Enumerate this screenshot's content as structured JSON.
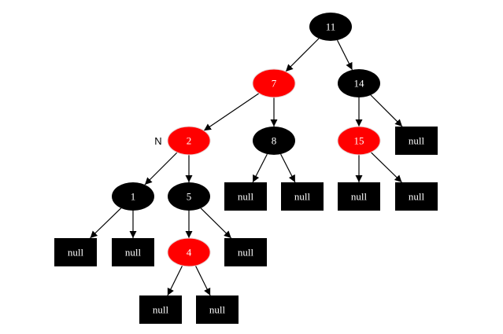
{
  "colors": {
    "black_node": "#000000",
    "red_node": "#ff0000",
    "red_node_stroke": "#e6d2d2",
    "null_leaf": "#000000",
    "edge": "#000000",
    "node_text": "#ffffff",
    "background": "#ffffff"
  },
  "annotation": {
    "label": "N",
    "attached_to": "n2"
  },
  "nodes": [
    {
      "id": "n11",
      "label": "11",
      "color": "black",
      "kind": "node"
    },
    {
      "id": "n7",
      "label": "7",
      "color": "red",
      "kind": "node"
    },
    {
      "id": "n14",
      "label": "14",
      "color": "black",
      "kind": "node"
    },
    {
      "id": "n2",
      "label": "2",
      "color": "red",
      "kind": "node"
    },
    {
      "id": "n8",
      "label": "8",
      "color": "black",
      "kind": "node"
    },
    {
      "id": "n15",
      "label": "15",
      "color": "red",
      "kind": "node"
    },
    {
      "id": "null14r",
      "label": "null",
      "color": "black",
      "kind": "null"
    },
    {
      "id": "n1",
      "label": "1",
      "color": "black",
      "kind": "node"
    },
    {
      "id": "n5",
      "label": "5",
      "color": "black",
      "kind": "node"
    },
    {
      "id": "null8l",
      "label": "null",
      "color": "black",
      "kind": "null"
    },
    {
      "id": "null8r",
      "label": "null",
      "color": "black",
      "kind": "null"
    },
    {
      "id": "null15l",
      "label": "null",
      "color": "black",
      "kind": "null"
    },
    {
      "id": "null15r",
      "label": "null",
      "color": "black",
      "kind": "null"
    },
    {
      "id": "null1l",
      "label": "null",
      "color": "black",
      "kind": "null"
    },
    {
      "id": "null1r",
      "label": "null",
      "color": "black",
      "kind": "null"
    },
    {
      "id": "n4",
      "label": "4",
      "color": "red",
      "kind": "node"
    },
    {
      "id": "null5r",
      "label": "null",
      "color": "black",
      "kind": "null"
    },
    {
      "id": "null4l",
      "label": "null",
      "color": "black",
      "kind": "null"
    },
    {
      "id": "null4r",
      "label": "null",
      "color": "black",
      "kind": "null"
    }
  ],
  "edges": [
    {
      "from": "n11",
      "to": "n7"
    },
    {
      "from": "n11",
      "to": "n14"
    },
    {
      "from": "n7",
      "to": "n2"
    },
    {
      "from": "n7",
      "to": "n8"
    },
    {
      "from": "n14",
      "to": "n15"
    },
    {
      "from": "n14",
      "to": "null14r"
    },
    {
      "from": "n2",
      "to": "n1"
    },
    {
      "from": "n2",
      "to": "n5"
    },
    {
      "from": "n8",
      "to": "null8l"
    },
    {
      "from": "n8",
      "to": "null8r"
    },
    {
      "from": "n15",
      "to": "null15l"
    },
    {
      "from": "n15",
      "to": "null15r"
    },
    {
      "from": "n1",
      "to": "null1l"
    },
    {
      "from": "n1",
      "to": "null1r"
    },
    {
      "from": "n5",
      "to": "n4"
    },
    {
      "from": "n5",
      "to": "null5r"
    },
    {
      "from": "n4",
      "to": "null4l"
    },
    {
      "from": "n4",
      "to": "null4r"
    }
  ]
}
